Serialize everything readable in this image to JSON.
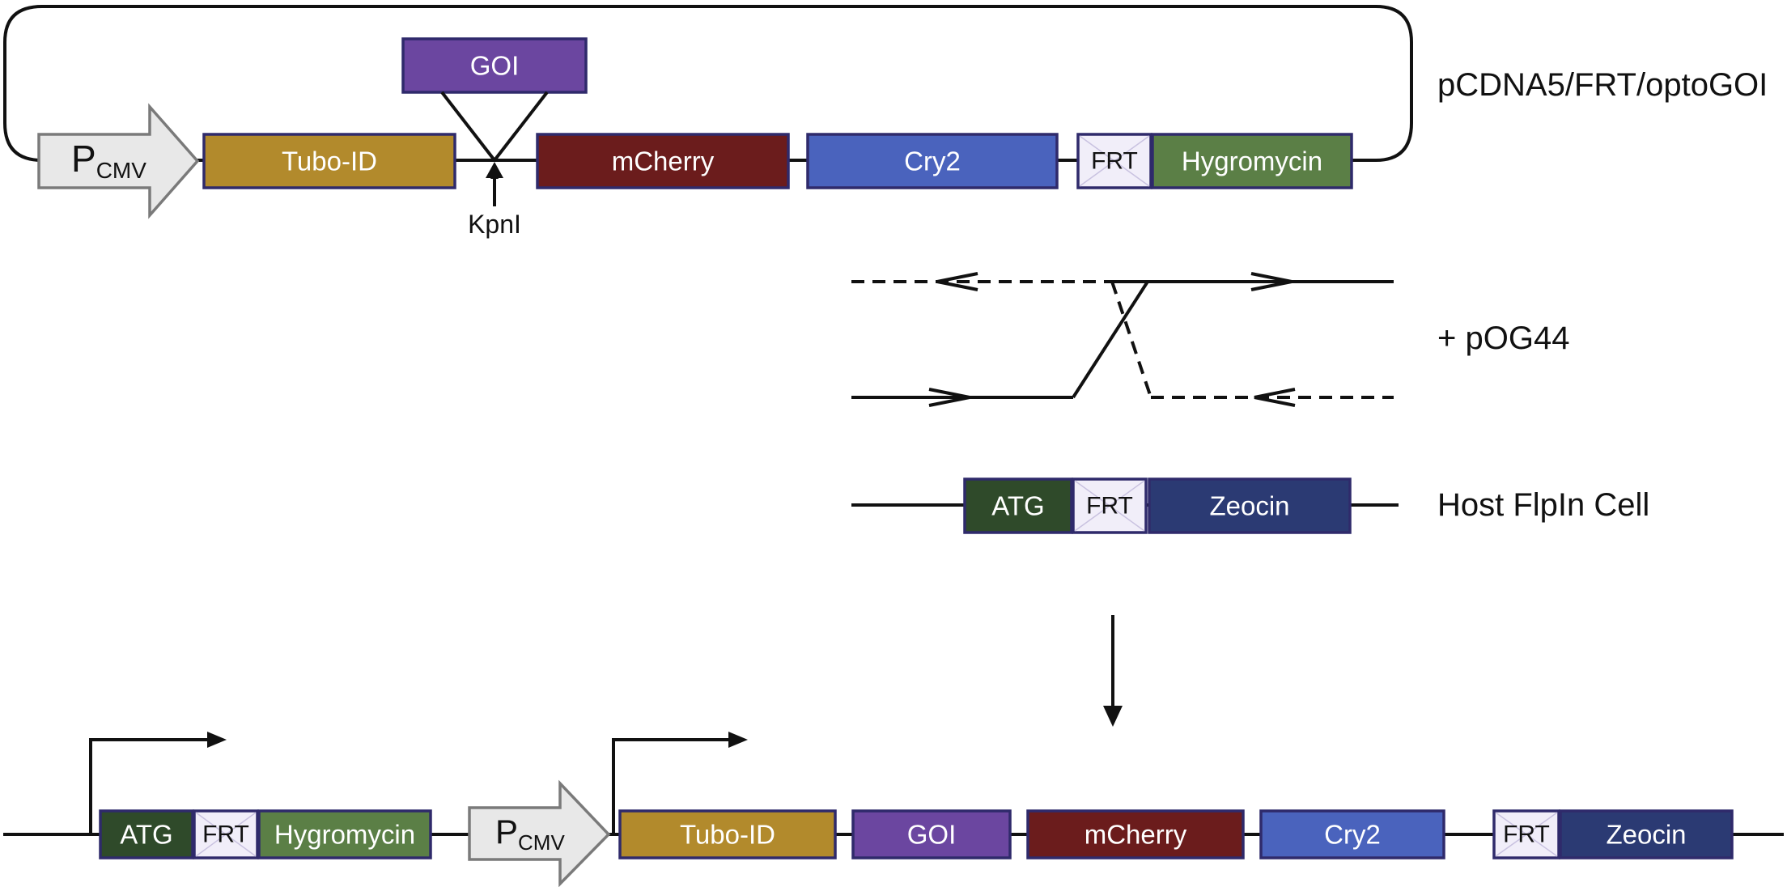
{
  "colors": {
    "tubo": "#b28a2c",
    "goi": "#6b46a0",
    "mcherry": "#6b1c1c",
    "cry2": "#4a63bd",
    "hygromycin": "#5b7f46",
    "atg": "#2f4a2a",
    "zeocin": "#2b3a73",
    "frt": "#f1eef9",
    "promoter": "#e8e8e8"
  },
  "plasmid": {
    "title": "pCDNA5/FRT/optoGOI",
    "promoter": {
      "main": "P",
      "sub": "CMV"
    },
    "tubo": "Tubo-ID",
    "goi": "GOI",
    "site": "KpnI",
    "mcherry": "mCherry",
    "cry2": "Cry2",
    "frt": "FRT",
    "hygromycin": "Hygromycin"
  },
  "recombinase": {
    "label": "+ pOG44"
  },
  "host": {
    "label": "Host FlpIn Cell",
    "atg": "ATG",
    "frt": "FRT",
    "zeocin": "Zeocin"
  },
  "result": {
    "atg": "ATG",
    "frt1": "FRT",
    "hygromycin": "Hygromycin",
    "promoter": {
      "main": "P",
      "sub": "CMV"
    },
    "tubo": "Tubo-ID",
    "goi": "GOI",
    "mcherry": "mCherry",
    "cry2": "Cry2",
    "frt2": "FRT",
    "zeocin": "Zeocin"
  }
}
